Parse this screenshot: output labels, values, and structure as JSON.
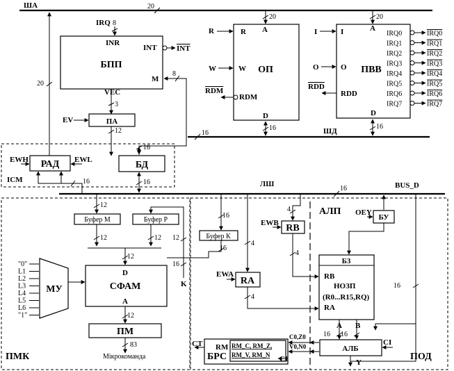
{
  "buses": {
    "sha": "ША",
    "sha_width": "20",
    "shd": "ШД",
    "shd_width": "16",
    "lsh": "ЛШ",
    "lsh_width": "16",
    "bus_d": "BUS_D"
  },
  "regions": {
    "icm": "ICM",
    "pmk": "ПМК",
    "alp": "АЛП",
    "pod": "ПОД"
  },
  "bpp": {
    "title": "БПП",
    "irq": "IRQ",
    "irq_width": "8",
    "inr": "INR",
    "int": "INT",
    "int_out": "INT",
    "m": "M",
    "m_width": "8",
    "vec": "VEC",
    "vec_width": "3"
  },
  "op": {
    "title": "ОП",
    "r_in": "R",
    "r": "R",
    "w_in": "W",
    "w": "W",
    "a": "A",
    "d": "D",
    "rdm": "RDM",
    "rdm_out": "RDM",
    "a_width": "20",
    "d_width": "16"
  },
  "pvv": {
    "title": "ПВВ",
    "i_in": "I",
    "i": "I",
    "o_in": "O",
    "o": "O",
    "a": "A",
    "d": "D",
    "rdd": "RDD",
    "rdd_out": "RDD",
    "a_width": "20",
    "d_width": "16",
    "irq": [
      "IRQ0",
      "IRQ1",
      "IRQ2",
      "IRQ3",
      "IRQ4",
      "IRQ5",
      "IRQ6",
      "IRQ7"
    ],
    "irq_out": [
      "IRQ0",
      "IRQ1",
      "IRQ2",
      "IRQ3",
      "IRQ4",
      "IRQ5",
      "IRQ6",
      "IRQ7"
    ]
  },
  "pa": {
    "title": "ПА",
    "ctrl": "EV",
    "width": "12"
  },
  "rad": {
    "title": "РАД",
    "ewh": "EWH",
    "ewl": "EWL",
    "width_sha": "20",
    "width_lsh": "16"
  },
  "bd": {
    "title": "БД",
    "width_top": "16",
    "width_bottom": "16"
  },
  "buf_m": {
    "title": "Буфер М",
    "width_in": "12",
    "width_out": "12"
  },
  "buf_p": {
    "title": "Буфер Р",
    "width_out": "12",
    "width_k": "12"
  },
  "buf_k": {
    "title": "Буфер К",
    "width_in": "16",
    "width_out": "16"
  },
  "mu": {
    "title": "МУ",
    "inputs": [
      "\"0\"",
      "L1",
      "L2",
      "L3",
      "L4",
      "L5",
      "L6",
      "\"1\""
    ]
  },
  "sfam": {
    "title": "СФАМ",
    "d": "D",
    "a": "A",
    "width_d": "12",
    "width_a": "12",
    "width_k": "16",
    "k": "K"
  },
  "pm": {
    "title": "ПМ",
    "width": "83",
    "caption": "Мікрокоманда"
  },
  "rb": {
    "title": "RB",
    "ctrl": "EWB",
    "width_in": "4",
    "width_out": "4"
  },
  "ra": {
    "title": "RA",
    "ctrl": "EWA",
    "width_in": "4",
    "width_out": "4"
  },
  "bu": {
    "title": "БУ",
    "ctrl": "OEY"
  },
  "reg": {
    "b3": "Б3",
    "rb": "RB",
    "title": "НОЗП",
    "range": "(R0...R15,RQ)",
    "ra": "RA",
    "a": "A",
    "b": "B",
    "width_a": "16",
    "width_b": "16",
    "width_lsh": "16"
  },
  "alb": {
    "title": "АЛБ",
    "ci": "CI",
    "y": "Y"
  },
  "brs": {
    "title": "БРС",
    "ct": "CT",
    "rm": "RM",
    "flags": [
      "RM_C, RM_Z,",
      "RM_V, RM_N"
    ],
    "co": "C0,Z0",
    "vo": "V0,N0",
    "ci": "CI"
  }
}
